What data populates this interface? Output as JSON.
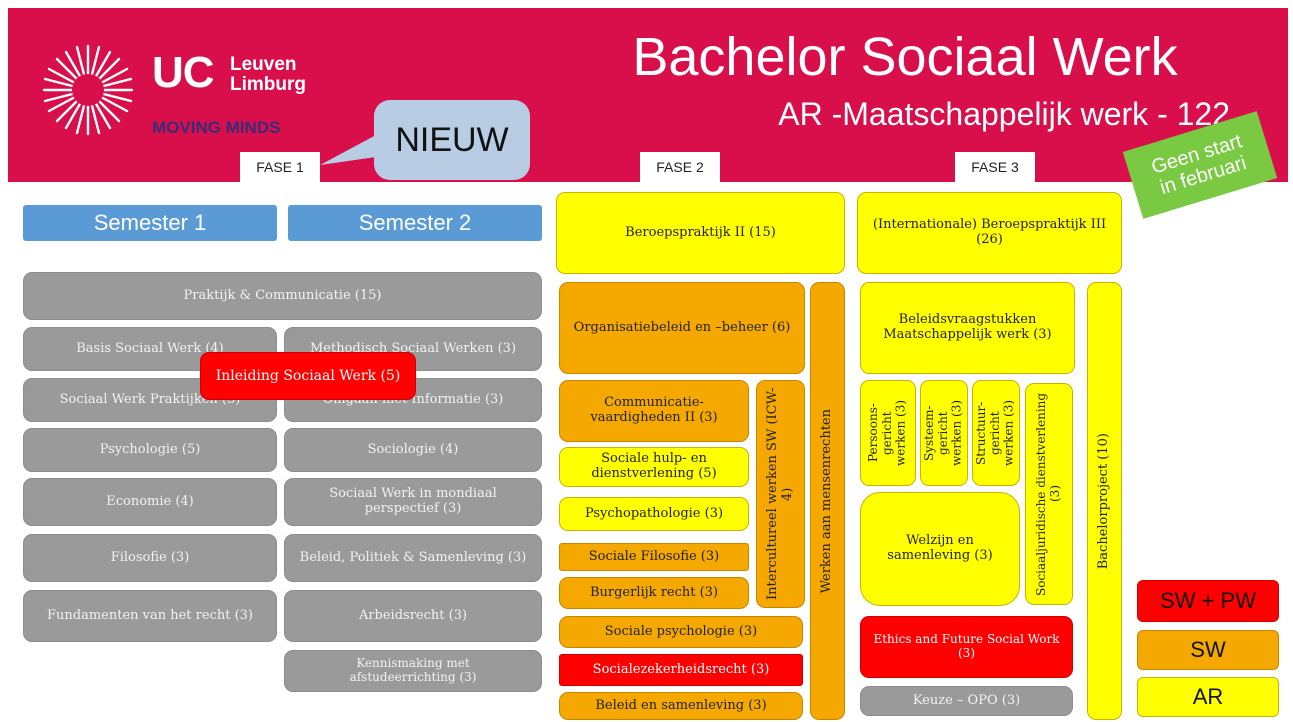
{
  "header": {
    "logo_uc": "UC",
    "logo_leuven": "Leuven",
    "logo_limburg": "Limburg",
    "logo_tagline": "MOVING MINDS",
    "title": "Bachelor Sociaal Werk",
    "subtitle": "AR -Maatschappelijk werk - 122",
    "nieuw_label": "NIEUW",
    "note": "Geen start in februari"
  },
  "phases": {
    "fase1": "FASE 1",
    "fase2": "FASE 2",
    "fase3": "FASE 3"
  },
  "semesters": {
    "s1": "Semester 1",
    "s2": "Semester 2"
  },
  "fase1_courses": {
    "praktijk": "Praktijk & Communicatie (15)",
    "basis": "Basis Sociaal Werk (4)",
    "methodisch": "Methodisch Sociaal Werken (3)",
    "inleiding": "Inleiding Sociaal Werk (5)",
    "praktijken": "Sociaal Werk Praktijken (3)",
    "informatie": "Omgaan met Informatie (3)",
    "psychologie": "Psychologie (5)",
    "sociologie": "Sociologie (4)",
    "economie": "Economie (4)",
    "mondiaal": "Sociaal Werk in mondiaal perspectief (3)",
    "filosofie": "Filosofie (3)",
    "beleid": "Beleid, Politiek & Samenleving (3)",
    "fundamenten": "Fundamenten van het recht (3)",
    "arbeidsrecht": "Arbeidsrecht (3)",
    "kennismaking": "Kennismaking met afstudeerrichting (3)"
  },
  "fase2_courses": {
    "beroepspraktijk2": "Beroepspraktijk II (15)",
    "organisatie": "Organisatiebeleid en –beheer (6)",
    "communicatie": "Communicatie-vaardigheden II (3)",
    "hulp": "Sociale hulp- en dienstverlening (5)",
    "psychopathologie": "Psychopathologie (3)",
    "sociale_filosofie": "Sociale Filosofie (3)",
    "burgerlijk": "Burgerlijk recht (3)",
    "sociale_psychologie": "Sociale psychologie (3)",
    "socialezekerheid": "Socialezekerheidsrecht (3)",
    "beleid_samenleving": "Beleid en samenleving (3)",
    "intercultureel": "Intercultureel werken SW (ICW-4)",
    "mensenrechten": "Werken aan mensenrechten"
  },
  "fase3_courses": {
    "beroepspraktijk3": "(Internationale) Beroepspraktijk III (26)",
    "beleidsvraagstukken": "Beleidsvraagstukken Maatschappelijk werk (3)",
    "persoon": "Persoons-gericht werken (3)",
    "systeem": "Systeem-gericht werken (3)",
    "structuur": "Structuur-gericht werken (3)",
    "sociaaljuridisch": "Sociaaljuridische dienstverlening (3)",
    "welzijn": "Welzijn en samenleving (3)",
    "ethics": "Ethics and Future Social Work (3)",
    "keuze": "Keuze – OPO (3)",
    "bachelorproject": "Bachelorproject (10)"
  },
  "legend": {
    "swpw": "SW + PW",
    "sw": "SW",
    "ar": "AR"
  },
  "colors": {
    "banner": "#d80f4a",
    "semester": "#5b9bd5",
    "grey": "#9a9a9a",
    "yellow": "#ffff00",
    "orange": "#f5a800",
    "red": "#ff0000",
    "green": "#7ac943"
  }
}
